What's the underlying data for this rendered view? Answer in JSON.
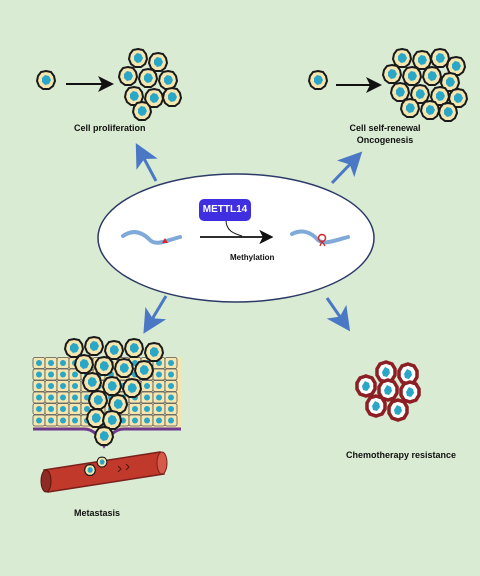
{
  "labels": {
    "cell_proliferation": "Cell proliferation",
    "cell_self_renewal": "Cell self-renewal",
    "oncogenesis": "Oncogenesis",
    "enzyme": "METTL14",
    "methylation": "Methylation",
    "chemotherapy_resistance": "Chemotherapy resistance",
    "metastasis": "Metastasis"
  },
  "colors": {
    "background": "#d9ebd3",
    "ellipse_fill": "#ffffff",
    "arrow_blue": "#4a78c4",
    "enzyme_box": "#3f2fe0",
    "cell_fill": "#f4e6b0",
    "cell_nucleus": "#2aa6c6",
    "cell_outline": "#1a1a1a",
    "resistant_cell_rim": "#8c1f24",
    "blood_vessel": "#c0392b",
    "methyl_mark": "#d62828",
    "rna_strand": "#7fa9d9"
  },
  "icons": {
    "cell": "cancer-cell-icon",
    "rna": "rna-strand-icon",
    "vessel": "blood-vessel-icon"
  }
}
